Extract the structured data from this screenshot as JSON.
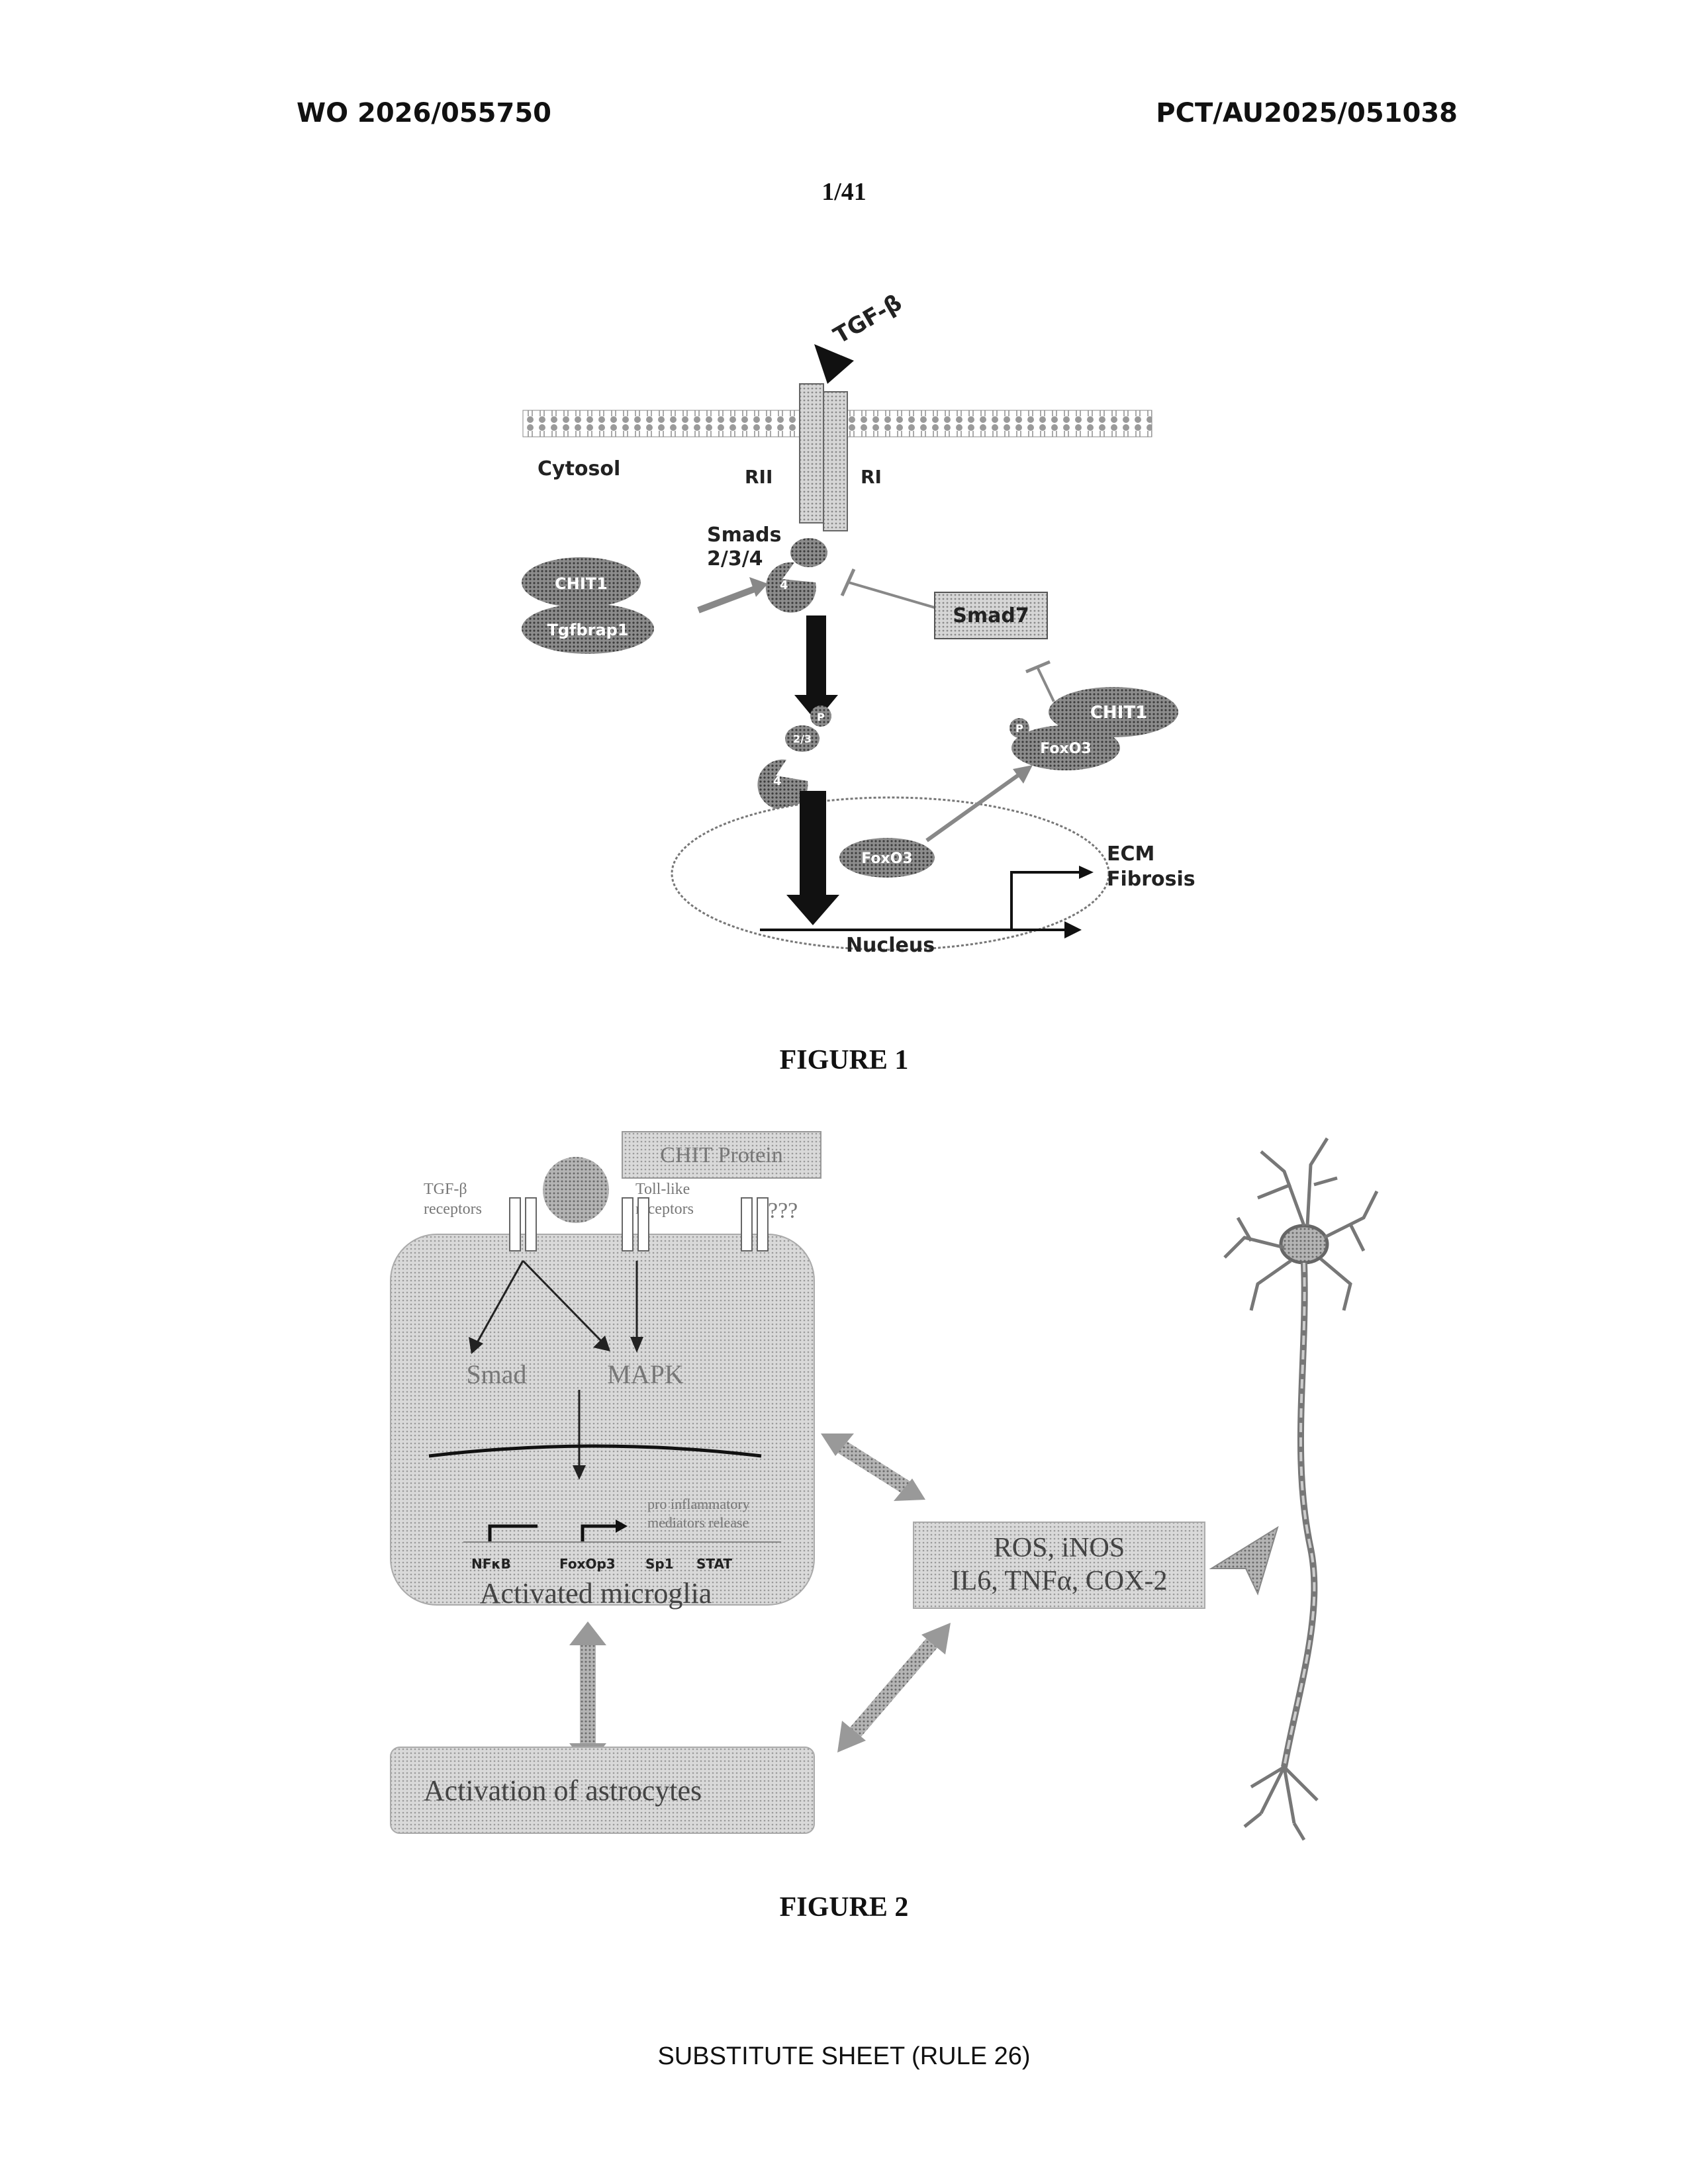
{
  "header": {
    "publication_number": "WO 2026/055750",
    "application_number": "PCT/AU2025/051038",
    "sheet": "1/41"
  },
  "figure1": {
    "caption": "FIGURE 1",
    "labels": {
      "ligand": "TGF-β",
      "cytosol": "Cytosol",
      "receptor_2": "RII",
      "receptor_1": "RI",
      "smads": "Smads",
      "smads_num": "2/3/4",
      "chit1": "CHIT1",
      "tgfbrap1": "Tgfbrap1",
      "smad7": "Smad7",
      "chit1_b": "CHIT1",
      "foxo3_a": "FoxO3",
      "foxo3_b": "FoxO3",
      "ecm": "ECM",
      "fibrosis": "Fibrosis",
      "nucleus": "Nucleus",
      "p": "P",
      "s4": "4",
      "s23": "2/3"
    }
  },
  "figure2": {
    "caption": "FIGURE 2",
    "labels": {
      "chit_protein": "CHIT Protein",
      "tgf_receptors_1": "TGF-β",
      "tgf_receptors_2": "receptors",
      "toll_receptors_1": "Toll-like",
      "toll_receptors_2": "receptors",
      "unknown": "???",
      "smad": "Smad",
      "mapk": "MAPK",
      "pro_1": "pro inflammatory",
      "pro_2": "mediators release",
      "nfkb": "NFκB",
      "foxop3": "FoxOp3",
      "sp1": "Sp1",
      "stat": "STAT",
      "activated_microglia": "Activated microglia",
      "ros": "ROS, iNOS",
      "cytokines": "IL6, TNFα, COX-2",
      "astrocytes": "Activation of astrocytes"
    }
  },
  "footer": "SUBSTITUTE SHEET (RULE 26)"
}
